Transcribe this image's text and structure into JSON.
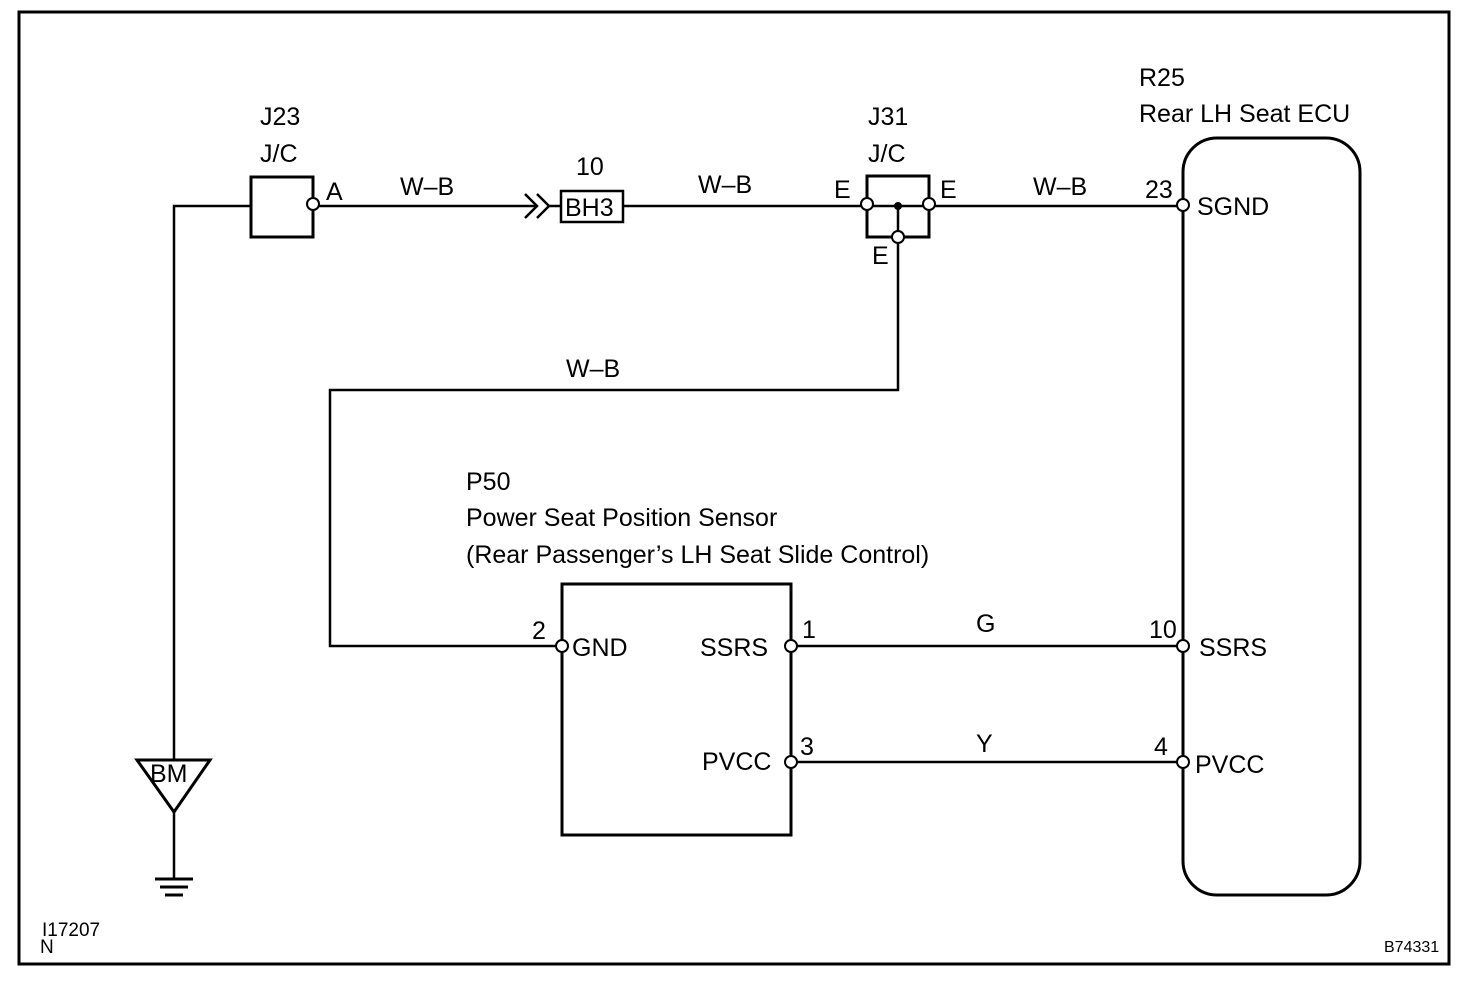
{
  "components": {
    "j23": {
      "code": "J23",
      "type": "J/C",
      "terminal": "A"
    },
    "bh3": {
      "pin": "10",
      "code": "BH3"
    },
    "j31": {
      "code": "J31",
      "type": "J/C",
      "terminal_left": "E",
      "terminal_right": "E",
      "terminal_bottom": "E"
    },
    "r25": {
      "code": "R25",
      "name": "Rear LH Seat ECU",
      "pins": [
        {
          "num": "23",
          "name": "SGND"
        },
        {
          "num": "10",
          "name": "SSRS"
        },
        {
          "num": "4",
          "name": "PVCC"
        }
      ]
    },
    "p50": {
      "code": "P50",
      "name": "Power Seat Position Sensor",
      "subtitle": "(Rear Passenger’s LH Seat Slide Control)",
      "pins": [
        {
          "num": "2",
          "name": "GND"
        },
        {
          "num": "1",
          "name": "SSRS"
        },
        {
          "num": "3",
          "name": "PVCC"
        }
      ]
    },
    "ground": {
      "code": "BM"
    }
  },
  "wires": {
    "j23_to_bh3": "W–B",
    "bh3_to_j31": "W–B",
    "j31_to_r25": "W–B",
    "j31_to_p50": "W–B",
    "ssrs": "G",
    "pvcc": "Y"
  },
  "footer": {
    "left_code": "I17207",
    "left_letter": "N",
    "right_code": "B74331"
  }
}
